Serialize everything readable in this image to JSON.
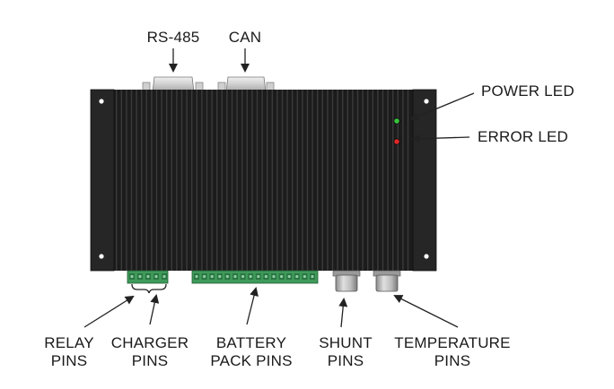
{
  "labels": {
    "rs485": "RS-485",
    "can": "CAN",
    "power_led": "POWER LED",
    "error_led": "ERROR LED",
    "relay_pins": [
      "RELAY",
      "PINS"
    ],
    "charger_pins": [
      "CHARGER",
      "PINS"
    ],
    "battery_pack_pins": [
      "BATTERY",
      "PACK PINS"
    ],
    "shunt_pins": [
      "SHUNT",
      "PINS"
    ],
    "temperature_pins": [
      "TEMPERATURE",
      "PINS"
    ]
  },
  "colors": {
    "enclosure": "#1c1c1c",
    "fin_light": "#3a3a3a",
    "end_plate": "#262626",
    "terminal_green": "#3f9a5a",
    "terminal_dark": "#2c7444",
    "connector_metal": "#d9d9d9",
    "power_led": "#39c43c",
    "error_led": "#e02828",
    "arrow": "#222222"
  }
}
